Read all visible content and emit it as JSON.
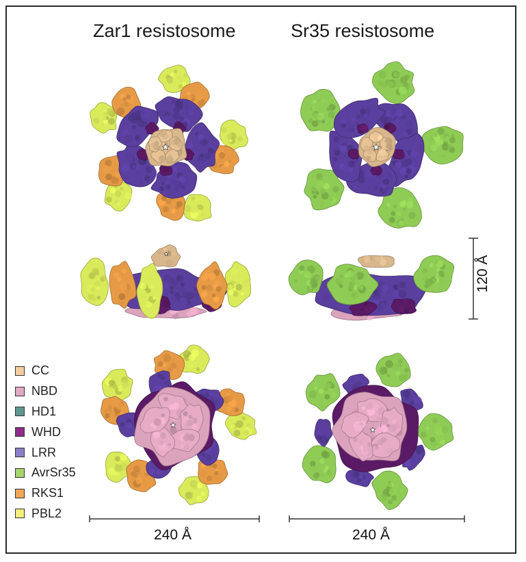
{
  "titles": {
    "left": "Zar1 resistosome",
    "right": "Sr35 resistosome"
  },
  "legend": [
    {
      "label": "CC",
      "color": "#f5cca0"
    },
    {
      "label": "NBD",
      "color": "#e0a9c4"
    },
    {
      "label": "HD1",
      "color": "#5f9890"
    },
    {
      "label": "WHD",
      "color": "#8e2c8a"
    },
    {
      "label": "LRR",
      "color": "#8a80c8"
    },
    {
      "label": "AvrSr35",
      "color": "#a7d46c"
    },
    {
      "label": "RKS1",
      "color": "#f1a658"
    },
    {
      "label": "PBL2",
      "color": "#f3ee7c"
    }
  ],
  "scale_bars": {
    "left": "240 Å",
    "right": "240 Å",
    "vertical": "120 Å"
  },
  "colors": {
    "cc": "#d9b78d",
    "nbd": "#dca3bd",
    "hd1": "#3d6664",
    "whd": "#5b1a66",
    "lrr": "#5a3f9e",
    "avrsr35": "#8fcc55",
    "rks1": "#e79a45",
    "pbl2": "#d9ea5a"
  }
}
